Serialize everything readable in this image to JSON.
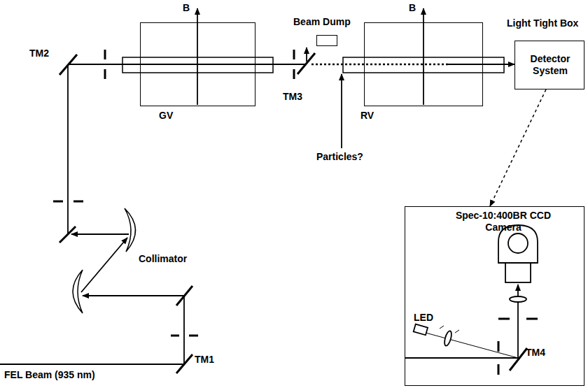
{
  "diagram": {
    "nodes": [
      {
        "text": [
          "B",
          "GV"
        ]
      },
      {
        "text": [
          "Beam Dump"
        ]
      },
      {
        "text": [
          "B",
          "RV"
        ]
      },
      {
        "text": [
          "Light Tight Box",
          "Detector System"
        ]
      },
      {
        "text": [
          "Spec-10:400BR CCD Camera",
          "LED",
          "TM4"
        ]
      }
    ],
    "edges": [
      {
        "from": 2,
        "to": 3,
        "arrow": "to"
      },
      {
        "from": 3,
        "to": 4,
        "arrow": "to"
      }
    ],
    "labels": [
      "TM2",
      "TM3",
      "Particles?",
      "Collimator",
      "TM1",
      "FEL Beam (935 nm)"
    ]
  }
}
